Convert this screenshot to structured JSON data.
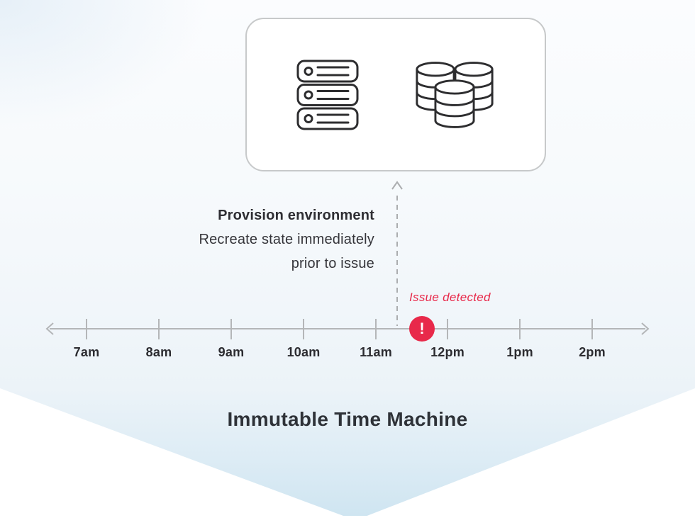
{
  "card": {
    "icons": [
      {
        "name": "server-stack"
      },
      {
        "name": "database-cluster"
      }
    ]
  },
  "annotation": {
    "line1": "Provision environment",
    "line2": "Recreate state immediately",
    "line3": "prior to issue"
  },
  "issue": {
    "label": "Issue detected",
    "marker_glyph": "!"
  },
  "timeline": {
    "ticks": [
      "7am",
      "8am",
      "9am",
      "10am",
      "11am",
      "12pm",
      "1pm",
      "2pm"
    ]
  },
  "title": "Immutable Time Machine",
  "colors": {
    "accent_red": "#e8294a",
    "timeline_gray": "#b4b6b8",
    "dashed_gray": "#abadaf",
    "icon_stroke": "#2d2d2f",
    "card_border": "#c7c9ca",
    "chevron_blue_top": "#ecf3f8",
    "chevron_blue_tip": "#cfe5f1",
    "text_dark": "#35353a"
  }
}
